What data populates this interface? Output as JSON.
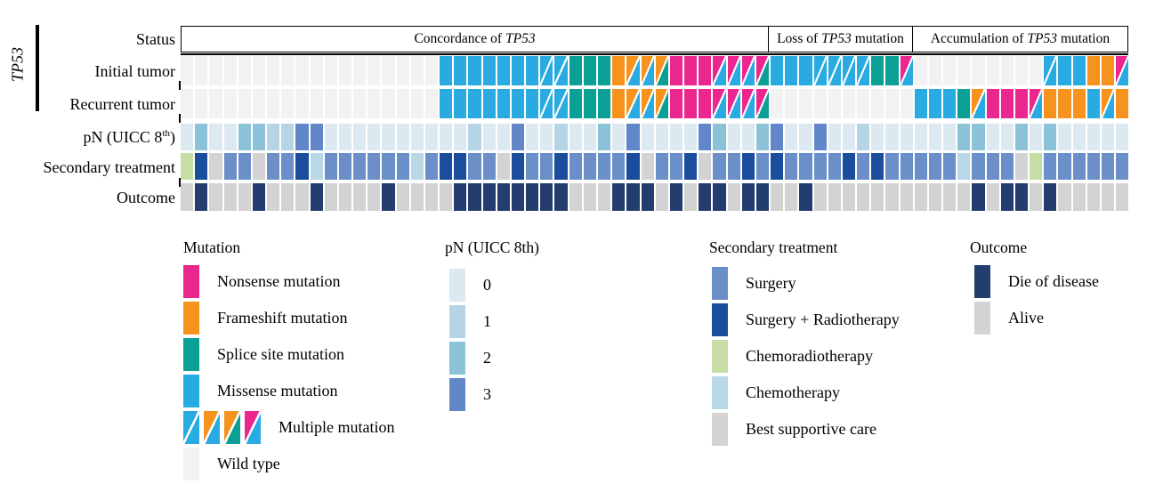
{
  "figure": {
    "gene": "TP53",
    "row_labels": {
      "status": "Status",
      "initial": "Initial tumor",
      "recurrent": "Recurrent tumor",
      "pn_parts": [
        "pN (UICC 8",
        "th",
        ")"
      ],
      "secondary": "Secondary treatment",
      "outcome": "Outcome"
    }
  },
  "chart_data": {
    "type": "heatmap",
    "n_columns": 66,
    "status_sections": [
      {
        "parts": [
          "Concordance of ",
          "TP53",
          ""
        ],
        "cols": 41
      },
      {
        "parts": [
          "Loss of ",
          "TP53",
          " mutation"
        ],
        "cols": 10
      },
      {
        "parts": [
          "Accumulation of ",
          "TP53",
          " mutation"
        ],
        "cols": 15
      }
    ],
    "mutation_colors": {
      "W": "#f2f2f2",
      "M": "#29abe2",
      "S": "#0aa096",
      "F": "#f6921e",
      "N": "#ec268f"
    },
    "pn_colors": [
      "#dde9f1",
      "#b5d5e6",
      "#8cc2d8",
      "#6287c8"
    ],
    "treatment_colors": {
      "S": "#6b8fc9",
      "SR": "#1a4d9b",
      "CR": "#c6dda5",
      "C": "#b8d8e8",
      "B": "#d3d3d3"
    },
    "outcome_colors": {
      "D": "#233d6e",
      "A": "#d3d3d3"
    },
    "initial": [
      "W",
      "W",
      "W",
      "W",
      "W",
      "W",
      "W",
      "W",
      "W",
      "W",
      "W",
      "W",
      "W",
      "W",
      "W",
      "W",
      "W",
      "W",
      "M",
      "M",
      "M",
      "M",
      "M",
      "M",
      "M",
      "M+M",
      "M+M",
      "S",
      "S",
      "S",
      "F",
      "F+M",
      "F+M",
      "F+S",
      "N",
      "N",
      "N",
      "N+M",
      "N+M",
      "N+M",
      "N+S",
      "M",
      "M",
      "M",
      "M+M",
      "M+M",
      "M+M",
      "M+M",
      "S",
      "S",
      "N+M",
      "W",
      "W",
      "W",
      "W",
      "W",
      "W",
      "W",
      "W",
      "W",
      "M+M",
      "M",
      "M",
      "F",
      "F",
      "N+M"
    ],
    "recurrent": [
      "W",
      "W",
      "W",
      "W",
      "W",
      "W",
      "W",
      "W",
      "W",
      "W",
      "W",
      "W",
      "W",
      "W",
      "W",
      "W",
      "W",
      "W",
      "M",
      "M",
      "M",
      "M",
      "M",
      "M",
      "M",
      "M+M",
      "M+M",
      "S",
      "S",
      "S",
      "F",
      "F+M",
      "F+M",
      "F+S",
      "N",
      "N",
      "N",
      "N+M",
      "N+M",
      "N+M",
      "N+S",
      "W",
      "W",
      "W",
      "W",
      "W",
      "W",
      "W",
      "W",
      "W",
      "W",
      "M",
      "M",
      "M",
      "S",
      "F+M",
      "N",
      "N",
      "N",
      "N+M",
      "F",
      "F",
      "F",
      "M",
      "F+M",
      "F"
    ],
    "pn": [
      0,
      2,
      0,
      0,
      2,
      2,
      1,
      1,
      3,
      3,
      0,
      0,
      0,
      0,
      0,
      0,
      0,
      0,
      0,
      0,
      1,
      0,
      0,
      3,
      0,
      0,
      1,
      0,
      0,
      2,
      0,
      3,
      0,
      0,
      0,
      0,
      3,
      2,
      0,
      0,
      2,
      3,
      0,
      0,
      3,
      0,
      0,
      1,
      0,
      0,
      0,
      0,
      0,
      0,
      2,
      2,
      0,
      0,
      2,
      0,
      2,
      0,
      0,
      0,
      0,
      0
    ],
    "treatment": [
      "CR",
      "SR",
      "B",
      "S",
      "S",
      "B",
      "S",
      "S",
      "SR",
      "C",
      "S",
      "S",
      "S",
      "S",
      "S",
      "S",
      "C",
      "S",
      "SR",
      "SR",
      "S",
      "S",
      "B",
      "SR",
      "S",
      "S",
      "SR",
      "S",
      "S",
      "S",
      "S",
      "SR",
      "B",
      "S",
      "S",
      "SR",
      "B",
      "S",
      "S",
      "SR",
      "S",
      "SR",
      "S",
      "S",
      "S",
      "S",
      "SR",
      "S",
      "SR",
      "S",
      "S",
      "S",
      "S",
      "S",
      "C",
      "S",
      "S",
      "S",
      "B",
      "CR",
      "S",
      "S",
      "S",
      "S",
      "S",
      "S"
    ],
    "outcome": [
      "A",
      "D",
      "A",
      "A",
      "A",
      "D",
      "A",
      "A",
      "A",
      "D",
      "A",
      "A",
      "A",
      "A",
      "D",
      "A",
      "A",
      "A",
      "A",
      "D",
      "D",
      "D",
      "D",
      "D",
      "D",
      "D",
      "D",
      "A",
      "A",
      "A",
      "D",
      "D",
      "D",
      "A",
      "D",
      "A",
      "D",
      "D",
      "A",
      "D",
      "D",
      "A",
      "A",
      "D",
      "A",
      "A",
      "A",
      "A",
      "A",
      "A",
      "A",
      "A",
      "A",
      "A",
      "A",
      "D",
      "A",
      "D",
      "D",
      "A",
      "D",
      "A",
      "A",
      "A",
      "A",
      "A"
    ]
  },
  "legend": {
    "mutation": {
      "title": "Mutation",
      "items": [
        {
          "code": "N",
          "label": "Nonsense mutation"
        },
        {
          "code": "F",
          "label": "Frameshift mutation"
        },
        {
          "code": "S",
          "label": "Splice site mutation"
        },
        {
          "code": "M",
          "label": "Missense mutation"
        }
      ],
      "multiple": {
        "label": "Multiple mutation",
        "swatches": [
          "M+M",
          "F+M",
          "F+S",
          "N+M"
        ]
      },
      "wild": {
        "code": "W",
        "label": "Wild type"
      }
    },
    "pn": {
      "title": "pN (UICC 8th)",
      "items": [
        {
          "value": 0,
          "label": "0"
        },
        {
          "value": 1,
          "label": "1"
        },
        {
          "value": 2,
          "label": "2"
        },
        {
          "value": 3,
          "label": "3"
        }
      ]
    },
    "treatment": {
      "title": "Secondary treatment",
      "items": [
        {
          "code": "S",
          "label": "Surgery"
        },
        {
          "code": "SR",
          "label": "Surgery + Radiotherapy"
        },
        {
          "code": "CR",
          "label": "Chemoradiotherapy"
        },
        {
          "code": "C",
          "label": "Chemotherapy"
        },
        {
          "code": "B",
          "label": "Best supportive care"
        }
      ]
    },
    "outcome": {
      "title": "Outcome",
      "items": [
        {
          "code": "D",
          "label": "Die of disease"
        },
        {
          "code": "A",
          "label": "Alive"
        }
      ]
    }
  }
}
